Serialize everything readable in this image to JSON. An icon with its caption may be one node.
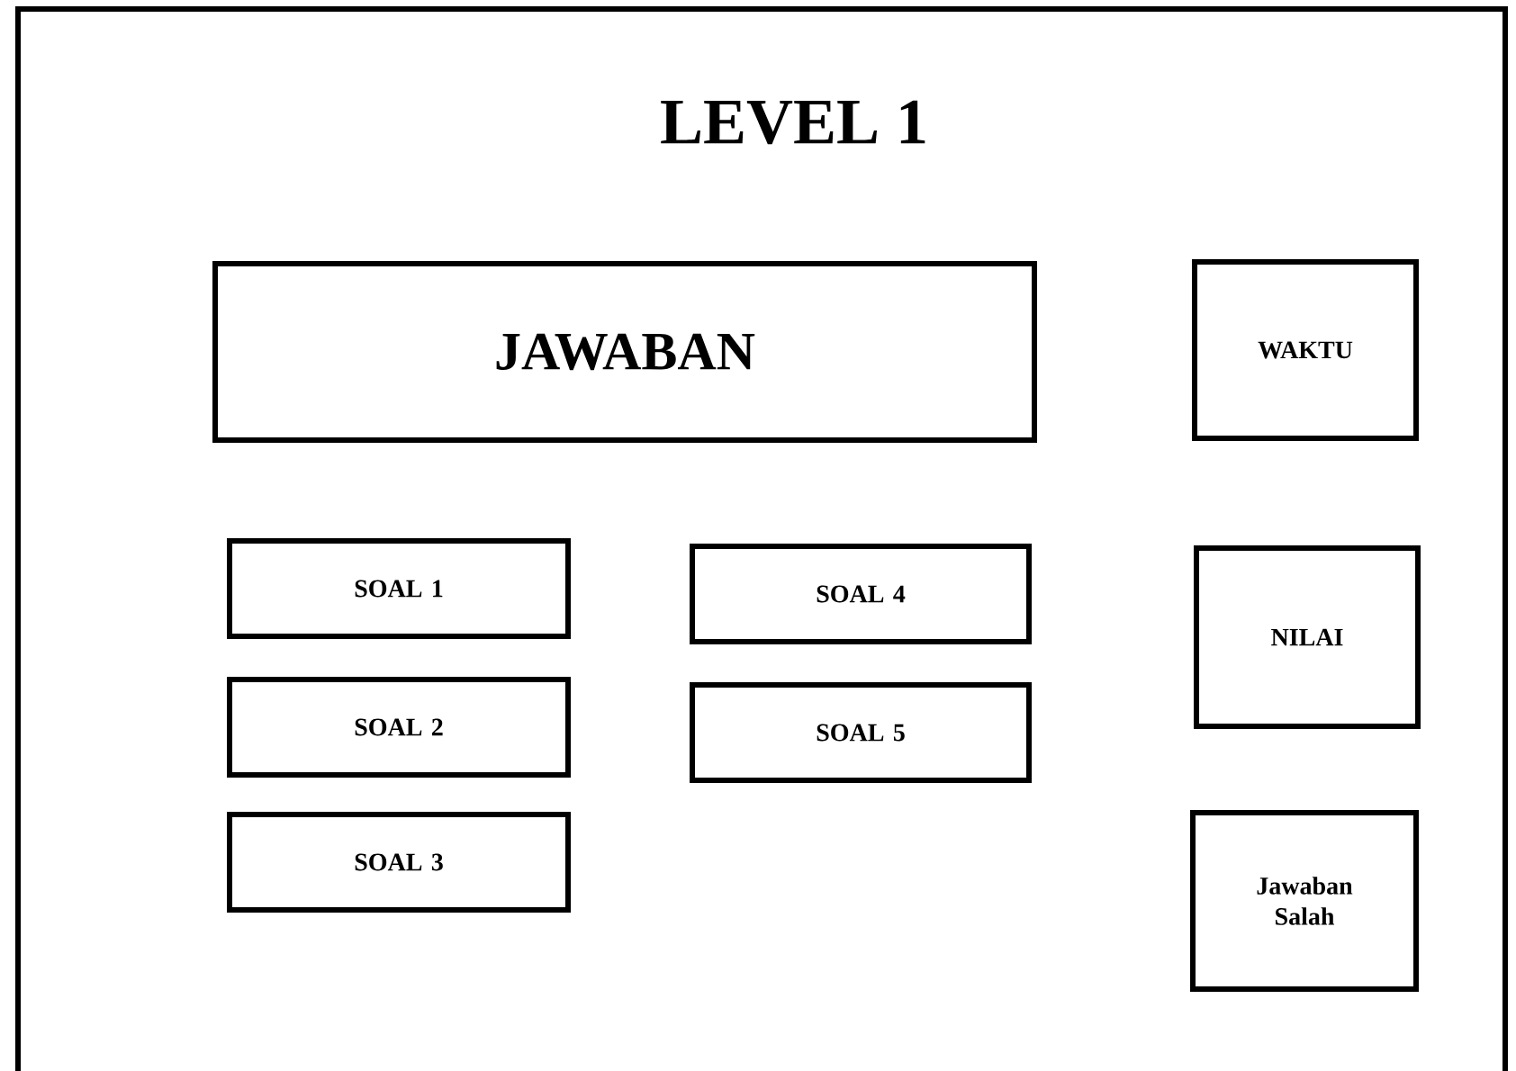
{
  "diagram": {
    "title": "LEVEL 1",
    "nodes": [
      {
        "text": [
          "JAWABAN"
        ]
      },
      {
        "text": [
          "WAKTU"
        ]
      },
      {
        "text": [
          "SOAL 1"
        ]
      },
      {
        "text": [
          "SOAL 4"
        ]
      },
      {
        "text": [
          "NILAI"
        ]
      },
      {
        "text": [
          "SOAL 2"
        ]
      },
      {
        "text": [
          "SOAL 5"
        ]
      },
      {
        "text": [
          "SOAL 3"
        ]
      },
      {
        "text": [
          "Jawaban Salah"
        ]
      }
    ]
  }
}
